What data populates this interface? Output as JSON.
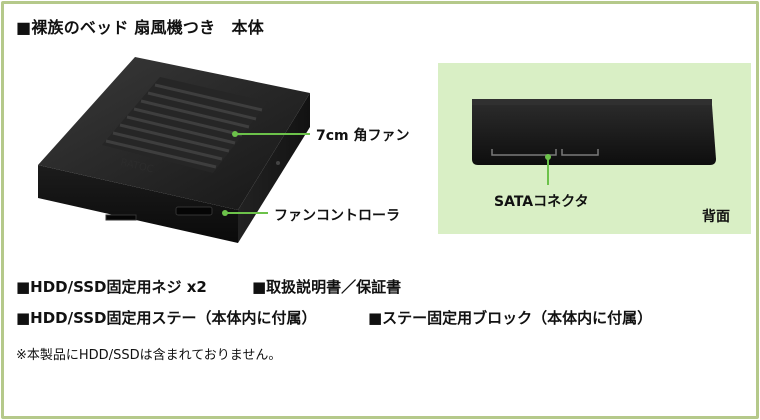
{
  "title": "■裸族のベッド 扇風機つき　本体",
  "callouts": {
    "fan": "7cm 角ファン",
    "controller": "ファンコントローラ",
    "sata": "SATAコネクタ"
  },
  "back_view_label": "背面",
  "accessories": [
    "■HDD/SSD固定用ネジ x2",
    "■取扱説明書／保証書",
    "■HDD/SSD固定用ステー（本体内に付属）",
    "■ステー固定用ブロック（本体内に付属）"
  ],
  "note": "※本製品にHDD/SSDは含まれておりません。",
  "colors": {
    "border": "#b5c98a",
    "panel": "#d9efc5",
    "callout": "#6cc24a",
    "device": "#1a1a1a"
  }
}
